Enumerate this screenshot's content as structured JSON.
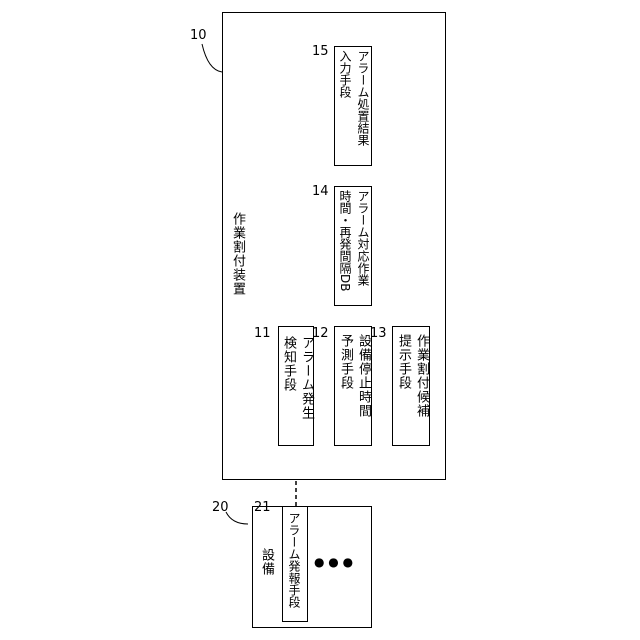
{
  "device": {
    "ref": "10",
    "title": "作業割付装置",
    "alarm_detect": {
      "ref": "11",
      "lines": [
        "アラーム発生",
        "検知手段"
      ]
    },
    "stop_predict": {
      "ref": "12",
      "lines": [
        "設備停止時間",
        "予測手段"
      ]
    },
    "candidate_present": {
      "ref": "13",
      "lines": [
        "作業割付候補",
        "提示手段"
      ]
    },
    "response_db": {
      "ref": "14",
      "lines": [
        "アラーム対応作業",
        "時間・再発間隔DB"
      ]
    },
    "result_input": {
      "ref": "15",
      "lines": [
        "アラーム処置結果",
        "入力手段"
      ]
    }
  },
  "equipment": {
    "ref": "20",
    "title": "設備",
    "alarm_report": {
      "ref": "21",
      "label": "アラーム発報手段"
    },
    "ellipsis": "● ● ●"
  },
  "colors": {
    "line": "#000000",
    "background": "#ffffff"
  }
}
